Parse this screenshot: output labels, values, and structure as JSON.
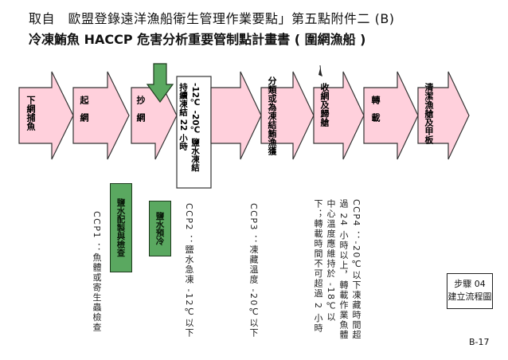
{
  "header": {
    "title": "取自　歐盟登錄遠洋漁船衛生管理作業要點」第五點附件二 (B)",
    "subtitle": "冷凍鮪魚 HACCP 危害分析重要管制點計畫書 ( 圍網漁船 )"
  },
  "flow": {
    "steps": [
      {
        "label": "下網捕魚"
      },
      {
        "label": "起　網"
      },
      {
        "label": "抄　網"
      },
      {
        "label": "-12℃ -20℃ 鹽水凍結",
        "label2": "持續凍結 22 小時"
      },
      {
        "label": "分類或為凍結鮪漁獲"
      },
      {
        "label": "收網及歸艙"
      },
      {
        "label": "轉　載"
      },
      {
        "label": "清潔漁艙及甲板"
      }
    ],
    "side_boxes": [
      {
        "label": "鹽水配製與檢查"
      },
      {
        "label": "鹽水預冷"
      }
    ]
  },
  "ccp_notes": [
    {
      "text": "CCP1 ：魚體或寄生蟲檢查"
    },
    {
      "text": "CCP2 ：鹽水急凍 -12℃以下"
    },
    {
      "text": "CCP3 ：凍藏溫度 -20℃以下"
    },
    {
      "text": "CCP4 ：-20℃以下凍藏時間超",
      "text2": "過 24 小時以上，轉載作業魚體",
      "text3": "中心溫度應維持於 -18℃以",
      "text4": "下；轉載時間不可超過 2 小時"
    }
  ],
  "step_box": {
    "line1": "步驟 04",
    "line2": "建立流程圖"
  },
  "page_number": "B-17",
  "colors": {
    "arrow_fill": "#ffd0dc",
    "arrow_stroke": "#333333",
    "green": "#5aa860"
  }
}
